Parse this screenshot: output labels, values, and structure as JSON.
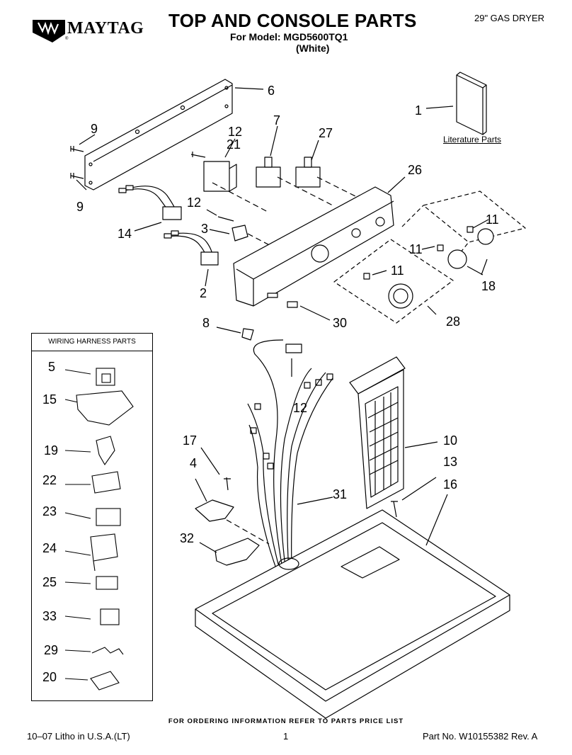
{
  "header": {
    "brand": "MAYTAG",
    "registered": "®",
    "title": "TOP AND CONSOLE PARTS",
    "model_line": "For Model: MGD5600TQ1",
    "color_line": "(White)",
    "product": "29\" GAS DRYER"
  },
  "literature_label": "Literature Parts",
  "wiring_box_title": "WIRING HARNESS PARTS",
  "callouts": {
    "c1": "1",
    "c6": "6",
    "c9a": "9",
    "c9b": "9",
    "c7": "7",
    "c27": "27",
    "c12a": "12",
    "c21": "21",
    "c26": "26",
    "c12b": "12",
    "c3": "3",
    "c14": "14",
    "c2": "2",
    "c11a": "11",
    "c11b": "11",
    "c11c": "11",
    "c18": "18",
    "c28": "28",
    "c8": "8",
    "c30": "30",
    "c12c": "12",
    "c10": "10",
    "c13": "13",
    "c16": "16",
    "c17": "17",
    "c4": "4",
    "c31": "31",
    "c32": "32",
    "w5": "5",
    "w15": "15",
    "w19": "19",
    "w22": "22",
    "w23": "23",
    "w24": "24",
    "w25": "25",
    "w33": "33",
    "w29": "29",
    "w20": "20"
  },
  "footer": {
    "order_note": "FOR ORDERING INFORMATION REFER TO PARTS PRICE LIST",
    "litho": "10–07 Litho in U.S.A.(LT)",
    "page": "1",
    "part_no": "Part No. W10155382 Rev. A"
  }
}
